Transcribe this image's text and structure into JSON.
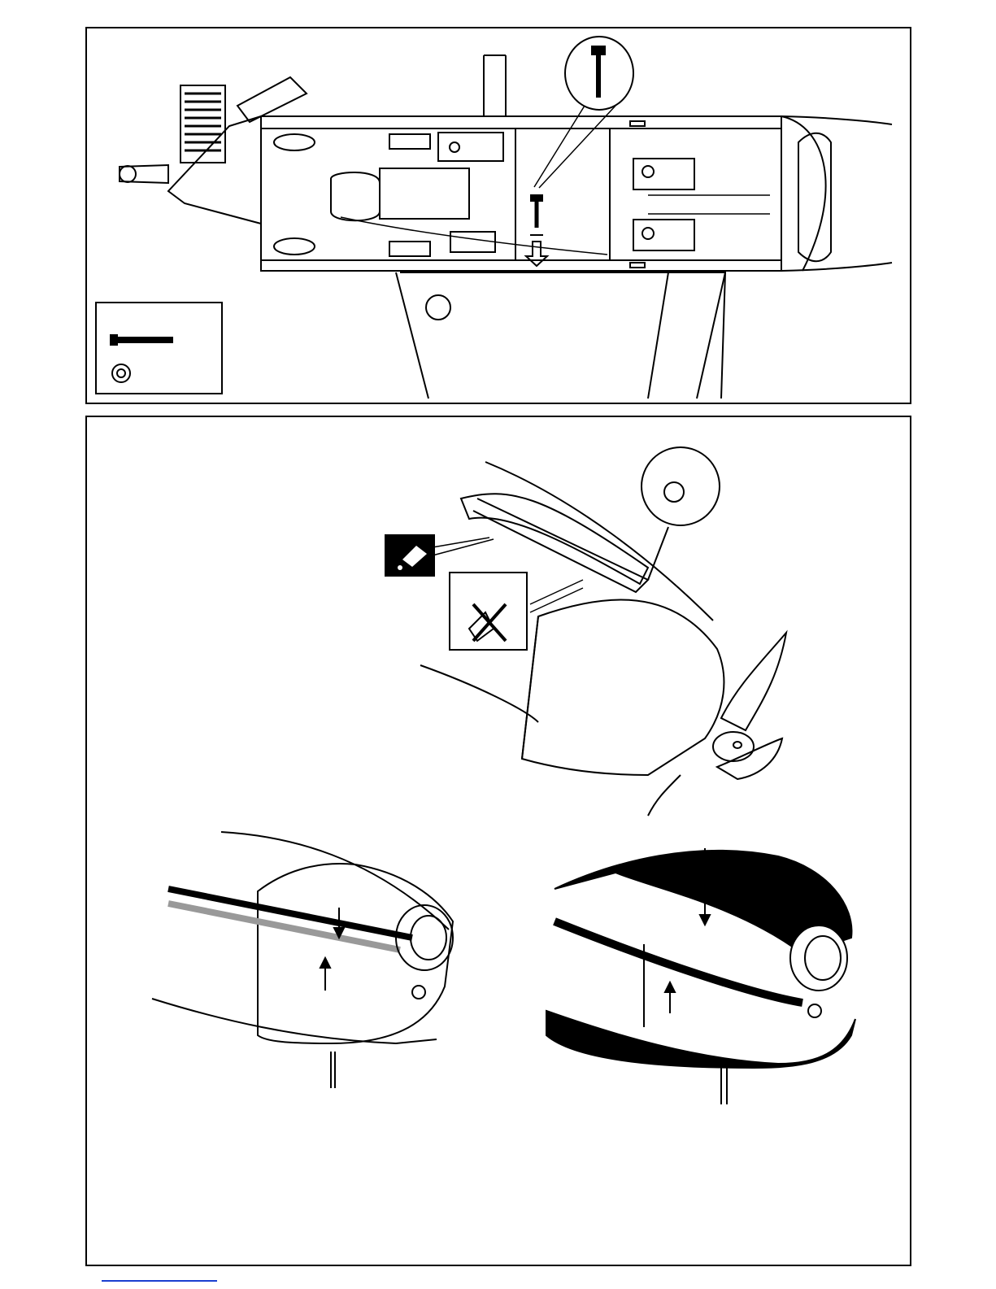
{
  "page": {
    "panels": [
      {
        "name": "fuselage-installation-panel",
        "inset": "hardware-parts-legend"
      },
      {
        "name": "cowling-installation-panel",
        "sub_views": [
          "cowl-wrong-fit-view",
          "cowl-correct-fit-view"
        ]
      }
    ],
    "icons": [
      "screw-icon",
      "washer-icon",
      "glue-bottle-icon",
      "no-blade-icon",
      "arrow-down-icon",
      "arrow-up-icon"
    ],
    "colors": {
      "line": "#000000",
      "background": "#ffffff",
      "gray-stripe": "#999999",
      "footer-link": "#1a3fd0"
    }
  }
}
